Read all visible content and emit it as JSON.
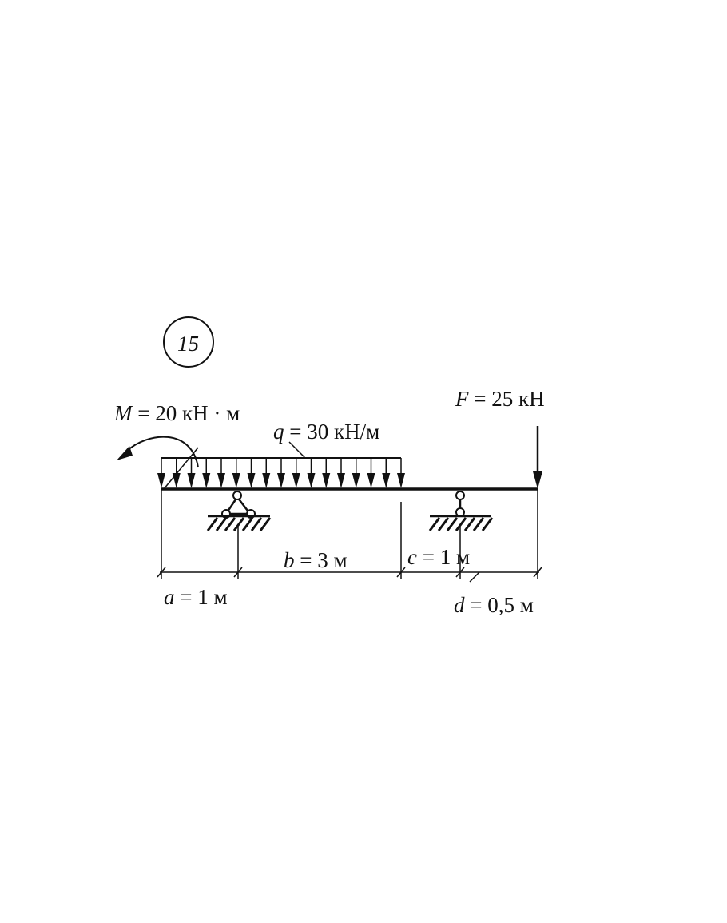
{
  "problem_number": "15",
  "loads": {
    "moment": {
      "symbol": "M",
      "value_text": "= 20 кН · м"
    },
    "distributed": {
      "symbol": "q",
      "value_text": "= 30 кН/м"
    },
    "force": {
      "symbol": "F",
      "value_text": "= 25 кН"
    }
  },
  "dimensions": {
    "a": {
      "symbol": "a",
      "value_text": "= 1 м"
    },
    "b": {
      "symbol": "b",
      "value_text": "= 3 м"
    },
    "c": {
      "symbol": "c",
      "value_text": "= 1 м"
    },
    "d": {
      "symbol": "d",
      "value_text": "= 0,5 м"
    }
  },
  "colors": {
    "ink": "#111111",
    "background": "#ffffff"
  }
}
